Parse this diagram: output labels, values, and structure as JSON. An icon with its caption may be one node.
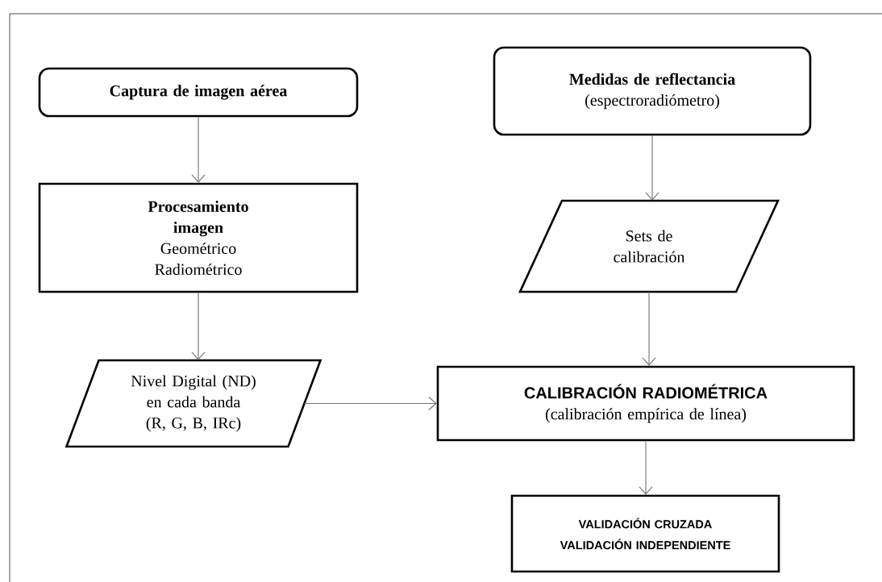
{
  "diagram": {
    "nodes": [
      {
        "text": [
          "Captura de imagen aérea"
        ]
      },
      {
        "text": [
          "Procesamiento imagen",
          "Geométrico Radiométrico"
        ]
      },
      {
        "text": [
          "Nivel Digital (ND) en cada banda (R, G, B, IRc)"
        ]
      },
      {
        "text": [
          "Medidas de reflectancia",
          "(espectroradiómetro)"
        ]
      },
      {
        "text": [
          "Sets de calibración"
        ]
      },
      {
        "text": [
          "CALIBRACIÓN RADIOMÉTRICA",
          "(calibración empírica de línea)"
        ]
      },
      {
        "text": [
          "VALIDACIÓN CRUZADA",
          "VALIDACIÓN INDEPENDIENTE"
        ]
      }
    ],
    "edges": [
      {
        "from": 0,
        "to": 1,
        "arrow": "to"
      },
      {
        "from": 1,
        "to": 2,
        "arrow": "to"
      },
      {
        "from": 3,
        "to": 4,
        "arrow": "to"
      },
      {
        "from": 4,
        "to": 5,
        "arrow": "to"
      },
      {
        "from": 2,
        "to": 5,
        "arrow": "to"
      },
      {
        "from": 5,
        "to": 6,
        "arrow": "to"
      }
    ]
  }
}
